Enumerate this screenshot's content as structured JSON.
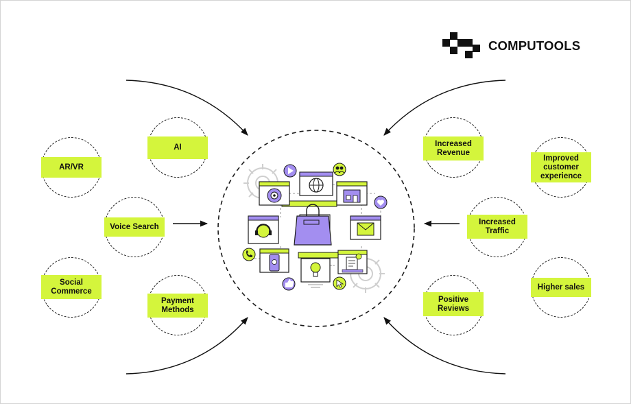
{
  "brand": {
    "name": "COMPUTOOLS",
    "logo_icon": "computools-logo-icon"
  },
  "left_items": {
    "ar_vr": "AR/VR",
    "ai": "AI",
    "voice_search": "Voice Search",
    "social_commerce": "Social Commerce",
    "payment_methods": "Payment Methods"
  },
  "right_items": {
    "increased_revenue": "Increased Revenue",
    "improved_cx": "Improved customer experience",
    "increased_traffic": "Increased Traffic",
    "positive_reviews": "Positive Reviews",
    "higher_sales": "Higher sales"
  },
  "center": {
    "illustration": "ecommerce-shopping-bag-illustration",
    "icons": [
      "target-icon",
      "play-icon",
      "globe-icon",
      "people-icon",
      "store-icon",
      "heart-icon",
      "support-headset-icon",
      "mail-icon",
      "phone-icon",
      "mobile-payment-icon",
      "lightbulb-icon",
      "receipt-icon",
      "thumbs-up-icon",
      "cursor-icon",
      "gear-icon"
    ]
  },
  "colors": {
    "accent": "#d4f53c",
    "purple": "#a38ef0",
    "ink": "#1a1a1a",
    "background": "#ffffff"
  }
}
